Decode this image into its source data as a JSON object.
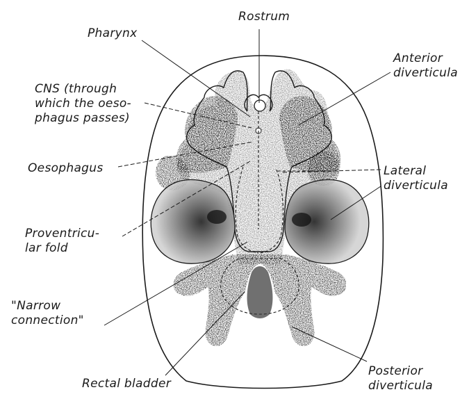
{
  "diagram": {
    "labels": {
      "rostrum": "Rostrum",
      "pharynx": "Pharynx",
      "anterior_diverticula": "Anterior\ndiverticula",
      "cns": "CNS (through\nwhich the oeso-\nphagus passes)",
      "oesophagus": "Oesophagus",
      "lateral_diverticula": "Lateral\ndiverticula",
      "proventricular_fold": "Proventricu-\nlar fold",
      "narrow_connection": "\"Narrow\nconnection\"",
      "rectal_bladder": "Rectal bladder",
      "posterior_diverticula": "Posterior\ndiverticula"
    },
    "colors": {
      "ink": "#1a1a1a",
      "stipple": "#8a8a8a"
    }
  }
}
